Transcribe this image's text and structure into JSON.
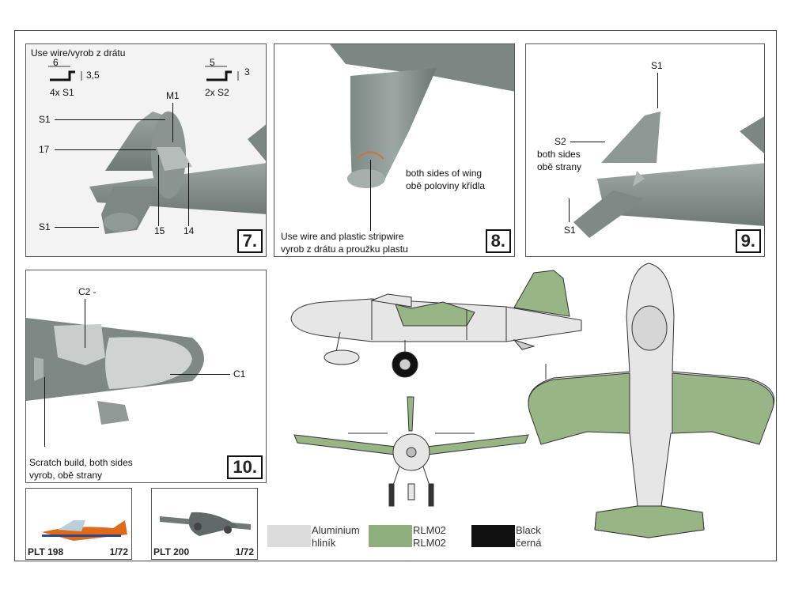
{
  "panel7": {
    "number": "7.",
    "heading": "Use wire/vyrob z drátu",
    "part1": {
      "len": "6",
      "height": "3,5",
      "qty": "4x S1"
    },
    "part2": {
      "len": "5",
      "height": "3",
      "qty": "2x S2"
    },
    "labels": {
      "m1": "M1",
      "s1_top": "S1",
      "p17": "17",
      "s1_bottom": "S1",
      "p15": "15",
      "p14": "14"
    }
  },
  "panel8": {
    "number": "8.",
    "note1_line1": "both sides of wing",
    "note1_line2": "obě poloviny křídla",
    "note2_line1": "Use wire and plastic stripwire",
    "note2_line2": "vyrob z drátu a proužku plastu"
  },
  "panel9": {
    "number": "9.",
    "s1_top": "S1",
    "s2": "S2",
    "s2_line1": "both sides",
    "s2_line2": "obě strany",
    "s1_bottom": "S1"
  },
  "panel10": {
    "number": "10.",
    "c2": "C2 -",
    "c1": "C1",
    "note_line1": "Scratch build, both sides",
    "note_line2": "vyrob, obě strany"
  },
  "thumbs": [
    {
      "code": "PLT 198",
      "scale": "1/72"
    },
    {
      "code": "PLT 200",
      "scale": "1/72"
    }
  ],
  "legend": [
    {
      "line1": "Aluminium",
      "line2": "hliník",
      "color": "#dcdcdc"
    },
    {
      "line1": "RLM02",
      "line2": "RLM02",
      "color": "#8fae7d"
    },
    {
      "line1": "Black",
      "line2": "černá",
      "color": "#111111"
    }
  ],
  "colors": {
    "aluminium": "#e4e4e4",
    "rlm02": "#98b585",
    "model_grey": "#8b9692"
  }
}
